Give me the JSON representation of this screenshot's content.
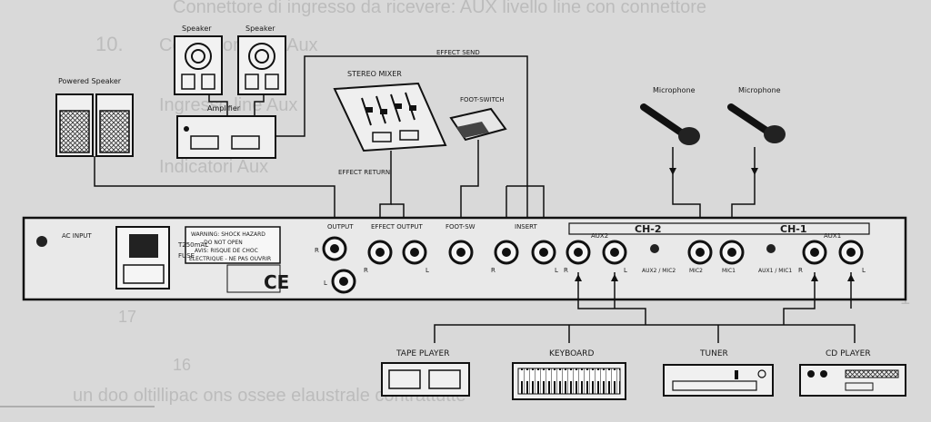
{
  "ghost_text": {
    "line1": "Connettore di ingresso da ricevere: AUX livello line con connettore",
    "line2": "10.",
    "line3": "Connettore line Aux",
    "line4": "Ingresso line Aux",
    "line5": "Indicatori Aux",
    "line6": "un doo oltillipac ons ossee elaustrale contrattutte",
    "num_top": "10",
    "num_left": "17",
    "num_bottom": "16",
    "num_right": "1"
  },
  "devices": {
    "speakers": "Speaker",
    "powered_speaker": "Powered Speaker",
    "amplifier": "Amplifier",
    "stereo_mixer": "STEREO MIXER",
    "effect_send": "EFFECT SEND",
    "effect_return": "EFFECT RETURN",
    "foot_switch": "FOOT-SWITCH",
    "microphone_1": "Microphone",
    "microphone_2": "Microphone",
    "tape_player": "TAPE PLAYER",
    "keyboard": "KEYBOARD",
    "tuner": "TUNER",
    "cd_player": "CD PLAYER"
  },
  "panel": {
    "ac_input": "AC INPUT",
    "fuse": "FUSE",
    "fuse_rating": "T250mAL",
    "warning_1": "WARNING: SHOCK HAZARD",
    "warning_2": "- DO NOT OPEN",
    "warning_3": "AVIS: RISQUE DE CHOC",
    "warning_4": "ELECTRIQUE - NE PAS OUVRIR",
    "ce_mark": "CE",
    "output": "OUTPUT",
    "effect_output": "EFFECT OUTPUT",
    "foot_sw": "FOOT-SW",
    "insert": "INSERT",
    "aux2": "AUX2",
    "ch2": "CH-2",
    "ch1": "CH-1",
    "aux1": "AUX1",
    "mic2": "MIC2",
    "mic1": "MIC1",
    "aux2_mic2": "AUX2 / MIC2",
    "aux1_mic1": "AUX1 / MIC1",
    "l": "L",
    "r": "R"
  }
}
